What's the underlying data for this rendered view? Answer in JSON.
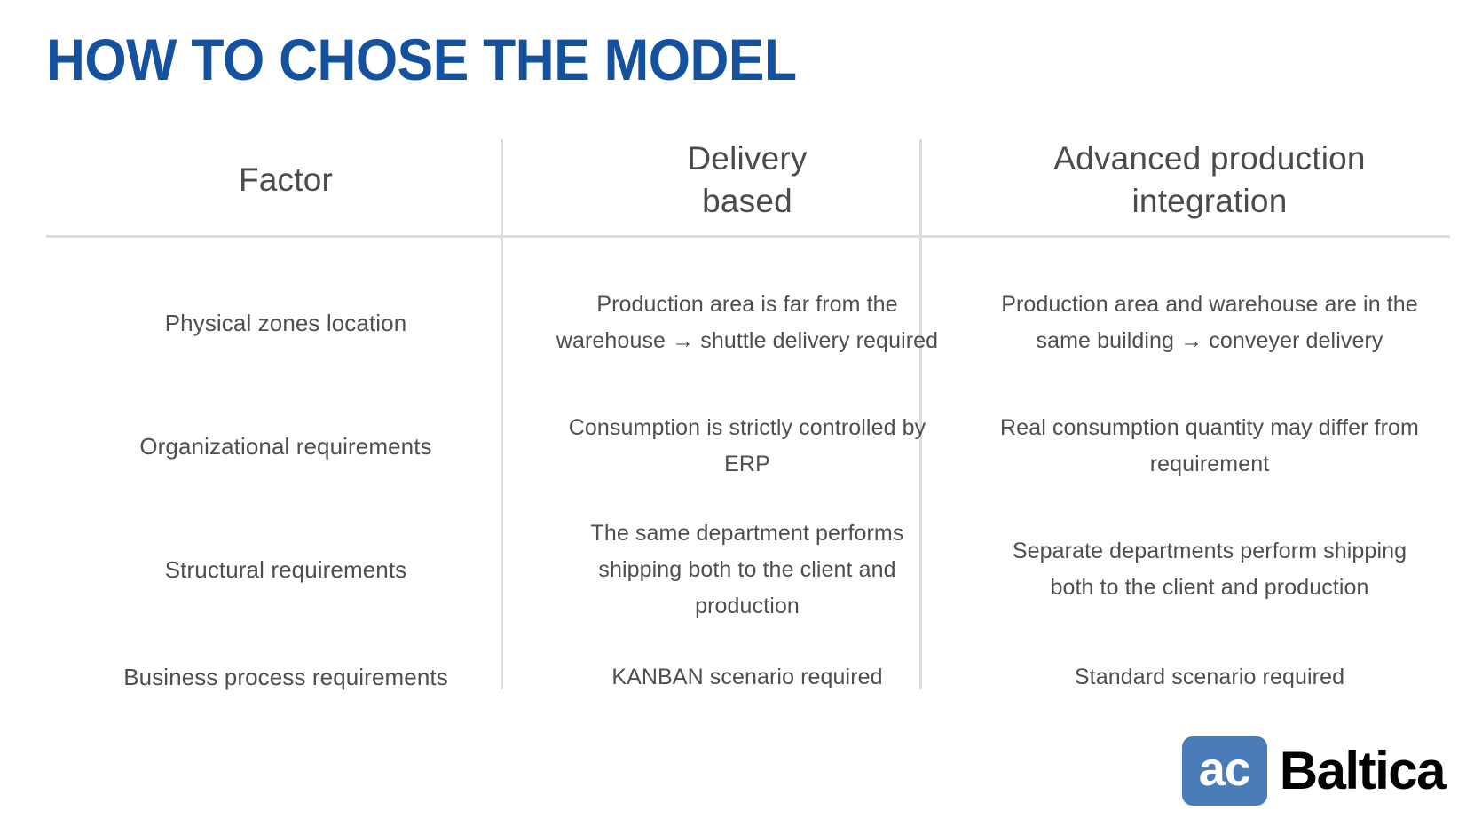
{
  "slide": {
    "title": "HOW TO CHOSE THE MODEL",
    "title_color": "#14519F"
  },
  "table": {
    "headers": [
      {
        "label": "Factor"
      },
      {
        "label_line1": "Delivery",
        "label_line2": "based"
      },
      {
        "label_line1": "Advanced production",
        "label_line2": "integration"
      }
    ],
    "rows": [
      {
        "factor": "Physical zones location",
        "delivery": "Production area is far from the warehouse → shuttle delivery required",
        "advanced": "Production area and warehouse are in the same building → conveyer delivery"
      },
      {
        "factor": "Organizational requirements",
        "delivery": "Consumption is strictly controlled by ERP",
        "advanced": "Real consumption quantity may differ from requirement"
      },
      {
        "factor": "Structural requirements",
        "delivery": "The same department performs shipping both to the client and production",
        "advanced": "Separate departments perform shipping both to the client and production"
      },
      {
        "factor": "Business process requirements",
        "delivery": "KANBAN scenario required",
        "advanced": "Standard scenario required"
      }
    ]
  },
  "logo": {
    "mark_text": "ac",
    "word_text": "Baltica",
    "mark_bg_color": "#4A7CBA",
    "word_color": "#000000"
  }
}
